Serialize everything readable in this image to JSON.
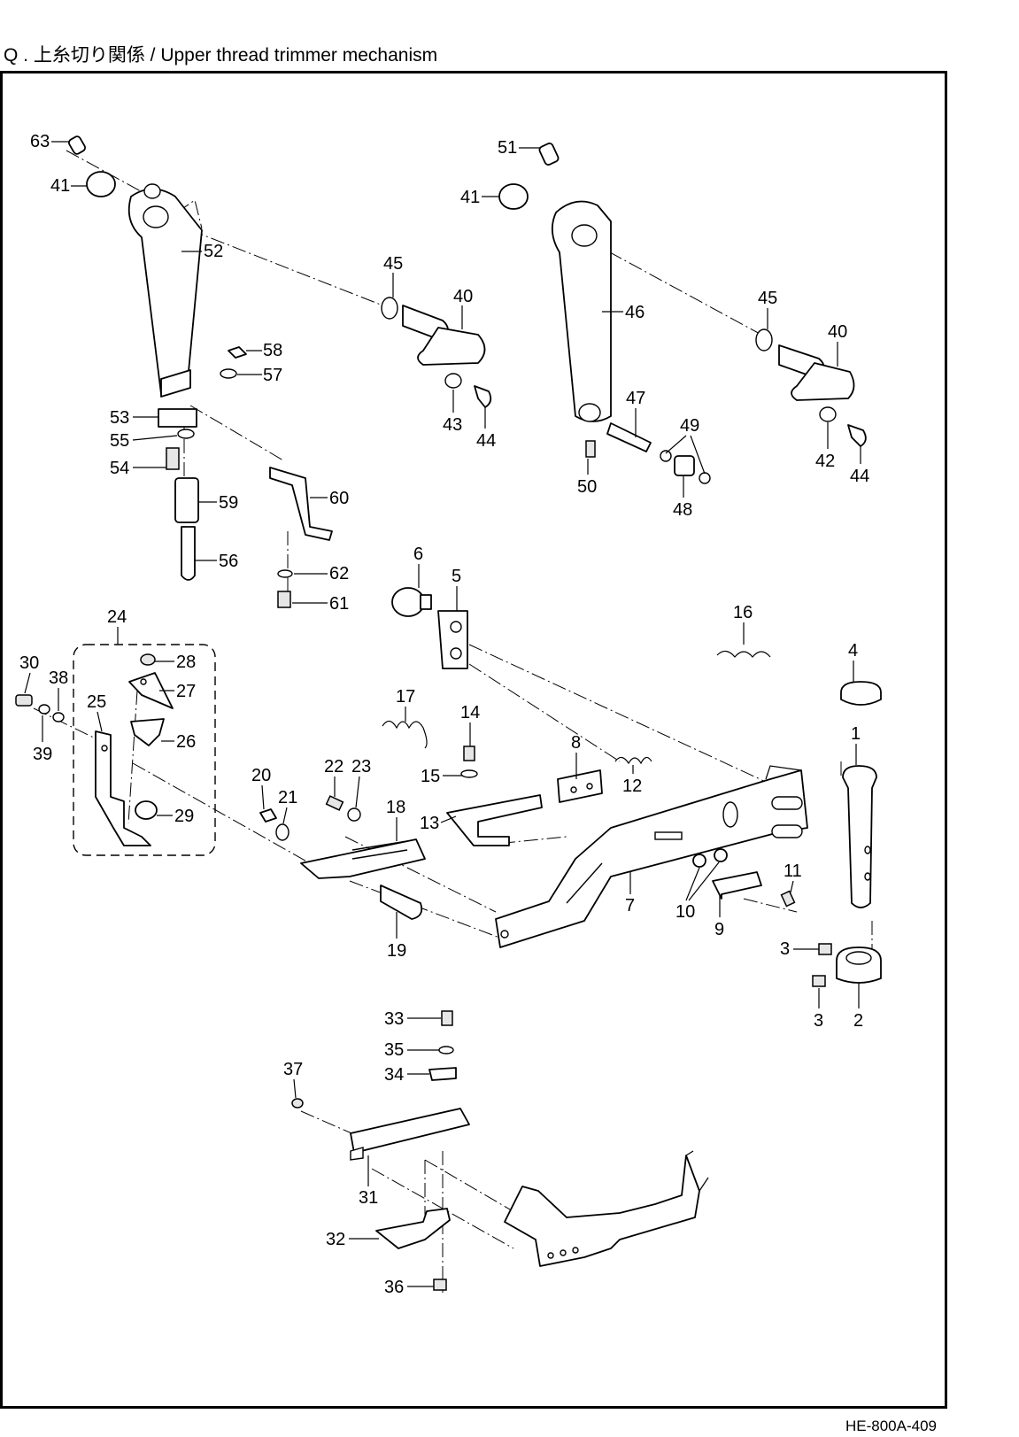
{
  "header": {
    "title": "Q . 上糸切り関係 / Upper thread trimmer mechanism"
  },
  "footer": {
    "doc_number": "HE-800A-409"
  },
  "diagram": {
    "callouts": [
      {
        "id": "63",
        "text": "63"
      },
      {
        "id": "41a",
        "text": "41"
      },
      {
        "id": "52",
        "text": "52"
      },
      {
        "id": "45a",
        "text": "45"
      },
      {
        "id": "40a",
        "text": "40"
      },
      {
        "id": "58",
        "text": "58"
      },
      {
        "id": "57",
        "text": "57"
      },
      {
        "id": "53",
        "text": "53"
      },
      {
        "id": "55",
        "text": "55"
      },
      {
        "id": "54",
        "text": "54"
      },
      {
        "id": "43",
        "text": "43"
      },
      {
        "id": "44a",
        "text": "44"
      },
      {
        "id": "59",
        "text": "59"
      },
      {
        "id": "60",
        "text": "60"
      },
      {
        "id": "56",
        "text": "56"
      },
      {
        "id": "62",
        "text": "62"
      },
      {
        "id": "61",
        "text": "61"
      },
      {
        "id": "51",
        "text": "51"
      },
      {
        "id": "41b",
        "text": "41"
      },
      {
        "id": "46",
        "text": "46"
      },
      {
        "id": "45b",
        "text": "45"
      },
      {
        "id": "40b",
        "text": "40"
      },
      {
        "id": "47",
        "text": "47"
      },
      {
        "id": "49",
        "text": "49"
      },
      {
        "id": "42",
        "text": "42"
      },
      {
        "id": "44b",
        "text": "44"
      },
      {
        "id": "50",
        "text": "50"
      },
      {
        "id": "48",
        "text": "48"
      },
      {
        "id": "6",
        "text": "6"
      },
      {
        "id": "5",
        "text": "5"
      },
      {
        "id": "16",
        "text": "16"
      },
      {
        "id": "24",
        "text": "24"
      },
      {
        "id": "30",
        "text": "30"
      },
      {
        "id": "28",
        "text": "28"
      },
      {
        "id": "38",
        "text": "38"
      },
      {
        "id": "27",
        "text": "27"
      },
      {
        "id": "25",
        "text": "25"
      },
      {
        "id": "26",
        "text": "26"
      },
      {
        "id": "39",
        "text": "39"
      },
      {
        "id": "29",
        "text": "29"
      },
      {
        "id": "17",
        "text": "17"
      },
      {
        "id": "14",
        "text": "14"
      },
      {
        "id": "4",
        "text": "4"
      },
      {
        "id": "1",
        "text": "1"
      },
      {
        "id": "8",
        "text": "8"
      },
      {
        "id": "15",
        "text": "15"
      },
      {
        "id": "12",
        "text": "12"
      },
      {
        "id": "20",
        "text": "20"
      },
      {
        "id": "22",
        "text": "22"
      },
      {
        "id": "23",
        "text": "23"
      },
      {
        "id": "21",
        "text": "21"
      },
      {
        "id": "18",
        "text": "18"
      },
      {
        "id": "13",
        "text": "13"
      },
      {
        "id": "11",
        "text": "11"
      },
      {
        "id": "7",
        "text": "7"
      },
      {
        "id": "10",
        "text": "10"
      },
      {
        "id": "9",
        "text": "9"
      },
      {
        "id": "19",
        "text": "19"
      },
      {
        "id": "3a",
        "text": "3"
      },
      {
        "id": "3b",
        "text": "3"
      },
      {
        "id": "2",
        "text": "2"
      },
      {
        "id": "33",
        "text": "33"
      },
      {
        "id": "35",
        "text": "35"
      },
      {
        "id": "34",
        "text": "34"
      },
      {
        "id": "37",
        "text": "37"
      },
      {
        "id": "31",
        "text": "31"
      },
      {
        "id": "32",
        "text": "32"
      },
      {
        "id": "36",
        "text": "36"
      }
    ]
  }
}
